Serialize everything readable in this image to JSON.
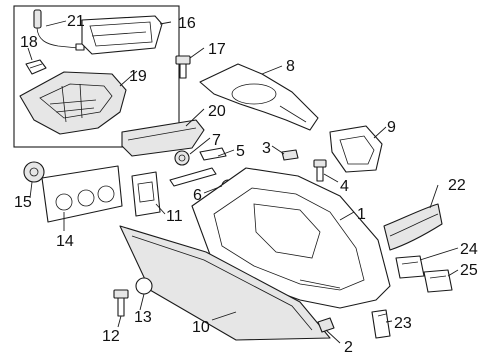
{
  "callouts": {
    "c1": "1",
    "c2": "2",
    "c3": "3",
    "c4": "4",
    "c5": "5",
    "c6": "6",
    "c7": "7",
    "c8": "8",
    "c9": "9",
    "c10": "10",
    "c11": "11",
    "c12": "12",
    "c13": "13",
    "c14": "14",
    "c15": "15",
    "c16": "16",
    "c17": "17",
    "c18": "18",
    "c19": "19",
    "c20": "20",
    "c21": "21",
    "c22": "22",
    "c23": "23",
    "c24": "24",
    "c25": "25"
  },
  "colors": {
    "line": "#1a1a1a",
    "background": "#ffffff",
    "shade": "#e6e6e6"
  }
}
